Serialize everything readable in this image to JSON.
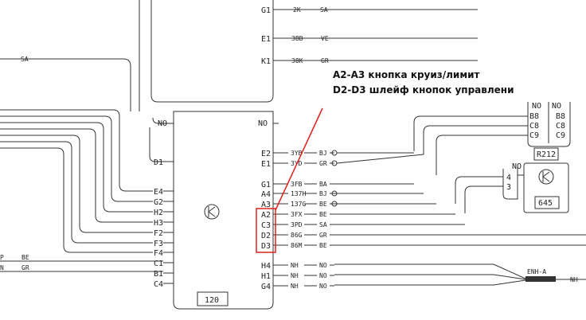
{
  "annotation": {
    "line1": "A2-A3 кнопка круиз/лимит",
    "line2": "D2-D3 шлейф кнопок управлени"
  },
  "modules": {
    "ecu_label": "120",
    "r212_label": "R212",
    "m645_label": "645",
    "enh_label": "ENH-A"
  },
  "top_pins": [
    {
      "pin": "G1",
      "wire": "2K",
      "color": "SA"
    },
    {
      "pin": "E1",
      "wire": "3BB",
      "color": "VE"
    },
    {
      "pin": "K1",
      "wire": "38K",
      "color": "GR"
    }
  ],
  "left_top_wire": {
    "color": "SA"
  },
  "no_labels": {
    "left": "NO",
    "right": "NO"
  },
  "left_pins": [
    "D1",
    "E4",
    "G2",
    "H2",
    "H3",
    "F2",
    "F3",
    "F4",
    "C1",
    "B1",
    "C4"
  ],
  "left_bottom_wires": [
    {
      "wire": "P",
      "color": "BE"
    },
    {
      "wire": "N",
      "color": "GR"
    }
  ],
  "right_pins": [
    {
      "pin": "E2",
      "wire": "3YB",
      "color": "BJ"
    },
    {
      "pin": "E1",
      "wire": "3YD",
      "color": "GR"
    },
    {
      "pin": "G1",
      "wire": "3FB",
      "color": "BA"
    },
    {
      "pin": "A4",
      "wire": "137H",
      "color": "BJ"
    },
    {
      "pin": "A3",
      "wire": "137G",
      "color": "BE"
    },
    {
      "pin": "A2",
      "wire": "3FX",
      "color": "BE"
    },
    {
      "pin": "C3",
      "wire": "3PD",
      "color": "SA"
    },
    {
      "pin": "D2",
      "wire": "86G",
      "color": "GR"
    },
    {
      "pin": "D3",
      "wire": "86M",
      "color": "BE"
    },
    {
      "pin": "H4",
      "wire": "NH",
      "color": "NO"
    },
    {
      "pin": "H1",
      "wire": "NH",
      "color": "NO"
    },
    {
      "pin": "G4",
      "wire": "NH",
      "color": "NO"
    }
  ],
  "r212": {
    "no_left": "NO",
    "no_right": "NO",
    "left_pins": [
      "B8",
      "C8",
      "C9"
    ],
    "right_pins": [
      "B8",
      "C8",
      "C9"
    ]
  },
  "m645": {
    "no": "NO",
    "pins": [
      "4",
      "3"
    ]
  },
  "enh_out": {
    "color": "NH"
  },
  "colors": {
    "line": "#333333",
    "highlight": "#e0201c",
    "background": "#ffffff"
  }
}
